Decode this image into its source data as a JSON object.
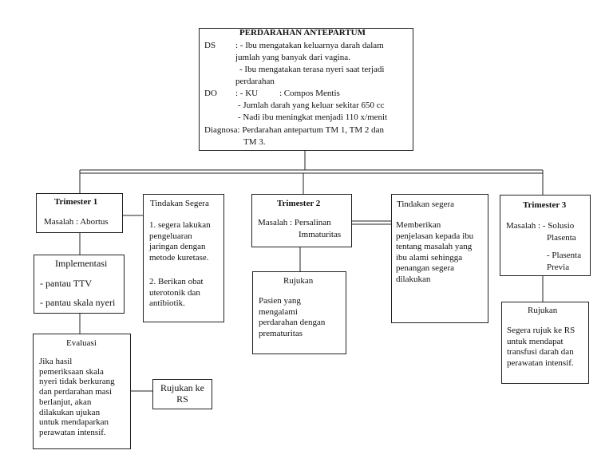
{
  "main_box": {
    "title": "PERDARAHAN ANTEPARTUM",
    "ds_label": "DS",
    "ds_line1": ": - Ibu mengatakan keluarnya darah dalam",
    "ds_line2": "jumlah yang banyak dari vagina.",
    "ds_line3": "- Ibu mengatakan terasa nyeri saat terjadi",
    "ds_line4": "perdarahan",
    "do_label": "DO",
    "do_line1a": ": - KU",
    "do_line1b": ": Compos Mentis",
    "do_line2": "- Jumlah darah yang keluar sekitar 650 cc",
    "do_line3": "- Nadi ibu meningkat menjadi 110 x/menit",
    "diag_line1": "Diagnosa: Perdarahan antepartum TM 1, TM 2 dan",
    "diag_line2": "TM 3."
  },
  "tm1": {
    "title": "Trimester 1",
    "masalah": "Masalah : Abortus",
    "tindakan_title": "Tindakan Segera",
    "tindakan_1": [
      "1. segera lakukan",
      "pengeluaran",
      "jaringan dengan",
      "metode kuretase."
    ],
    "tindakan_2": [
      "2. Berikan obat",
      "uterotonik dan",
      "antibiotik."
    ],
    "implementasi_title": "Implementasi",
    "impl_1": "- pantau TTV",
    "impl_2": "- pantau skala nyeri",
    "evaluasi_title": "Evaluasi",
    "evaluasi_lines": [
      "Jika hasil",
      "pemeriksaan skala",
      "nyeri tidak berkurang",
      "dan perdarahan masi",
      "berlanjut, akan",
      "dilakukan ujukan",
      "untuk mendaparkan",
      "perawatan intensif."
    ],
    "rujukan_lines": [
      "Rujukan ke",
      "RS"
    ]
  },
  "tm2": {
    "title": "Trimester 2",
    "masalah_1": "Masalah : Persalinan",
    "masalah_2": "Immaturitas",
    "tindakan_title": "Tindakan segera",
    "tindakan_lines": [
      "Memberikan",
      "penjelasan kepada ibu",
      "tentang masalah yang",
      "ibu alami sehingga",
      "penangan segera",
      "dilakukan"
    ],
    "rujukan_title": "Rujukan",
    "rujukan_lines": [
      "Pasien yang",
      "mengalami",
      "perdarahan dengan",
      "prematuritas"
    ]
  },
  "tm3": {
    "title": "Trimester 3",
    "masalah_1": "Masalah : - Solusio",
    "masalah_2": "Plasenta",
    "masalah_3": "- Plasenta",
    "masalah_4": "Previa",
    "rujukan_title": "Rujukan",
    "rujukan_lines": [
      "Segera rujuk ke RS",
      "untuk mendapat",
      "transfusi darah dan",
      "perawatan  intensif."
    ]
  }
}
